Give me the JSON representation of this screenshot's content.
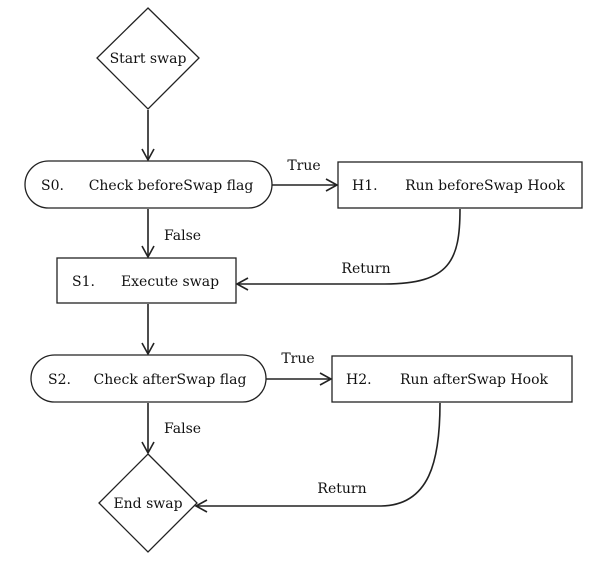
{
  "nodes": {
    "start": {
      "label": "Start swap"
    },
    "s0": {
      "id": "S0.",
      "label": "Check beforeSwap flag"
    },
    "h1": {
      "id": "H1.",
      "label": "Run beforeSwap Hook"
    },
    "s1": {
      "id": "S1.",
      "label": "Execute swap"
    },
    "s2": {
      "id": "S2.",
      "label": "Check afterSwap flag"
    },
    "h2": {
      "id": "H2.",
      "label": "Run afterSwap Hook"
    },
    "end": {
      "label": "End swap"
    }
  },
  "edges": {
    "s0_true": "True",
    "s0_false": "False",
    "h1_return": "Return",
    "s2_true": "True",
    "s2_false": "False",
    "h2_return": "Return"
  },
  "colors": {
    "stroke": "#222222",
    "fill": "#ffffff",
    "text": "#111111"
  }
}
